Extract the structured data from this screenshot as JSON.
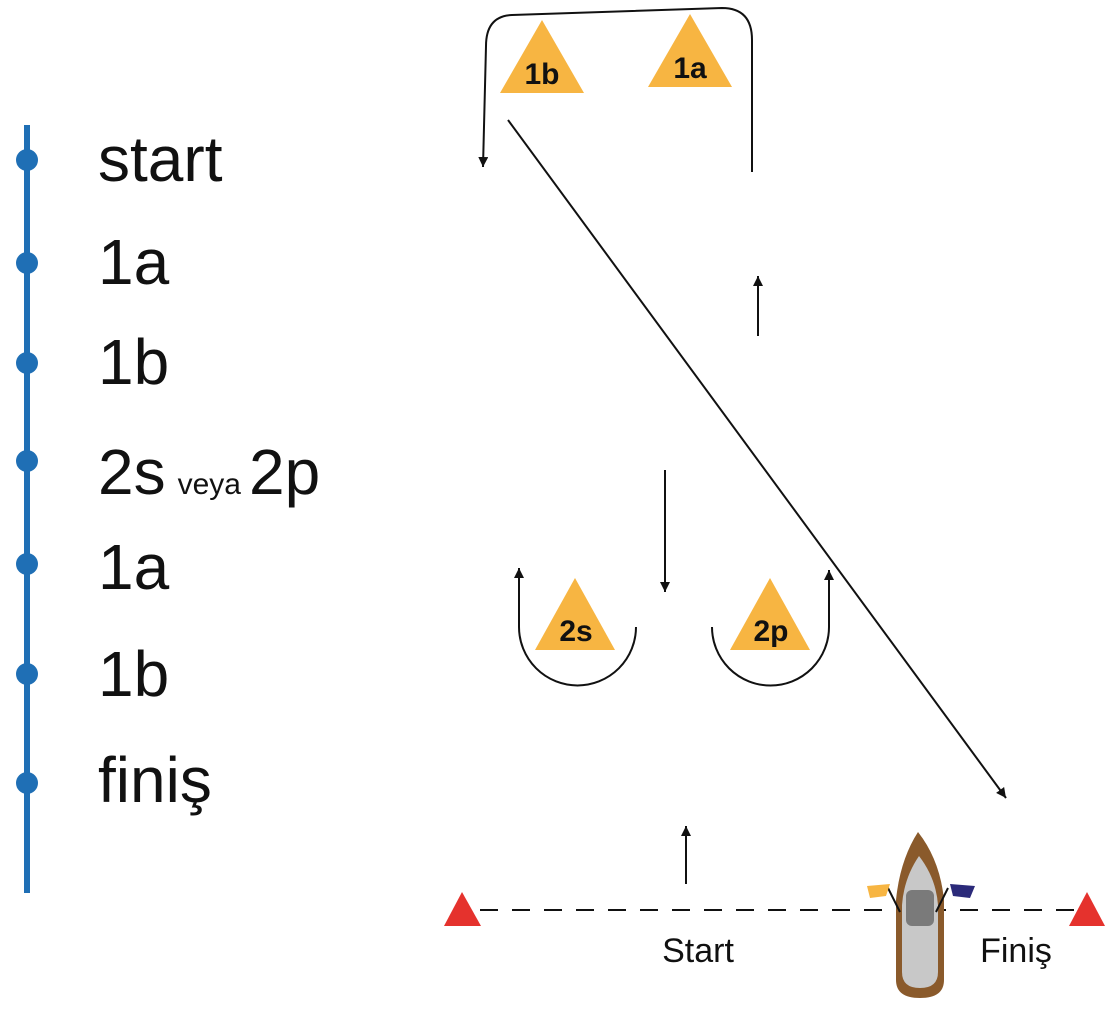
{
  "sequence": {
    "items": [
      "start",
      "1a",
      "1b",
      "2s",
      "1a",
      "1b",
      "finiş"
    ],
    "alternative": {
      "connector": "veya",
      "option": "2p"
    }
  },
  "marks": {
    "m1a": "1a",
    "m1b": "1b",
    "m2s": "2s",
    "m2p": "2p"
  },
  "line_labels": {
    "start": "Start",
    "finish": "Finiş"
  },
  "colors": {
    "timeline": "#1f6fb5",
    "mark": "#f7b542",
    "line_buoy": "#e5322d",
    "boat_hull": "#8a5a2b",
    "boat_deck": "#c8c8c8",
    "flag_yellow": "#f7b542",
    "flag_navy": "#2b2a7a"
  }
}
